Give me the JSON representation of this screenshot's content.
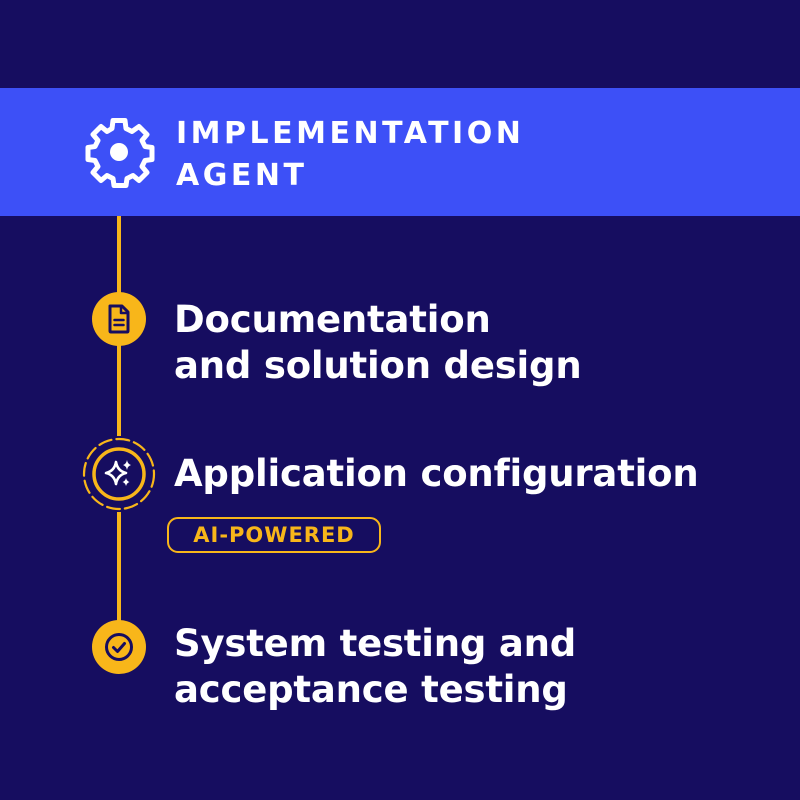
{
  "header": {
    "title_line1": "IMPLEMENTATION",
    "title_line2": "AGENT",
    "icon": "gear-icon"
  },
  "colors": {
    "background": "#160d60",
    "header": "#3d50f7",
    "accent": "#f8b61a",
    "text": "#ffffff"
  },
  "steps": [
    {
      "line1": "Documentation",
      "line2": "and solution design",
      "icon": "document-icon"
    },
    {
      "line1": "Application configuration",
      "icon": "sparkles-icon",
      "badge": "AI-POWERED"
    },
    {
      "line1": "System testing and",
      "line2": "acceptance testing",
      "icon": "checkmark-icon"
    }
  ]
}
